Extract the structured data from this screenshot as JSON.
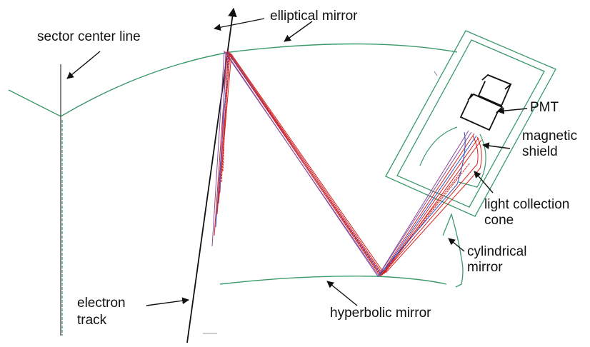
{
  "labels": {
    "sector_center_line": "sector center line",
    "elliptical_mirror": "elliptical mirror",
    "pmt": "PMT",
    "magnetic_shield_1": "magnetic",
    "magnetic_shield_2": "shield",
    "light_collection_cone_1": "light collection",
    "light_collection_cone_2": "cone",
    "cylindrical_mirror_1": "cylindrical",
    "cylindrical_mirror_2": "mirror",
    "electron_track_1": "electron",
    "electron_track_2": "track",
    "hyperbolic_mirror": "hyperbolic mirror"
  },
  "colors": {
    "mirror_outline": "#3a9a6a",
    "ray_red": "#d82020",
    "ray_blue": "#3050c0",
    "ray_purple": "#8a4a9a",
    "ink": "#111111"
  }
}
